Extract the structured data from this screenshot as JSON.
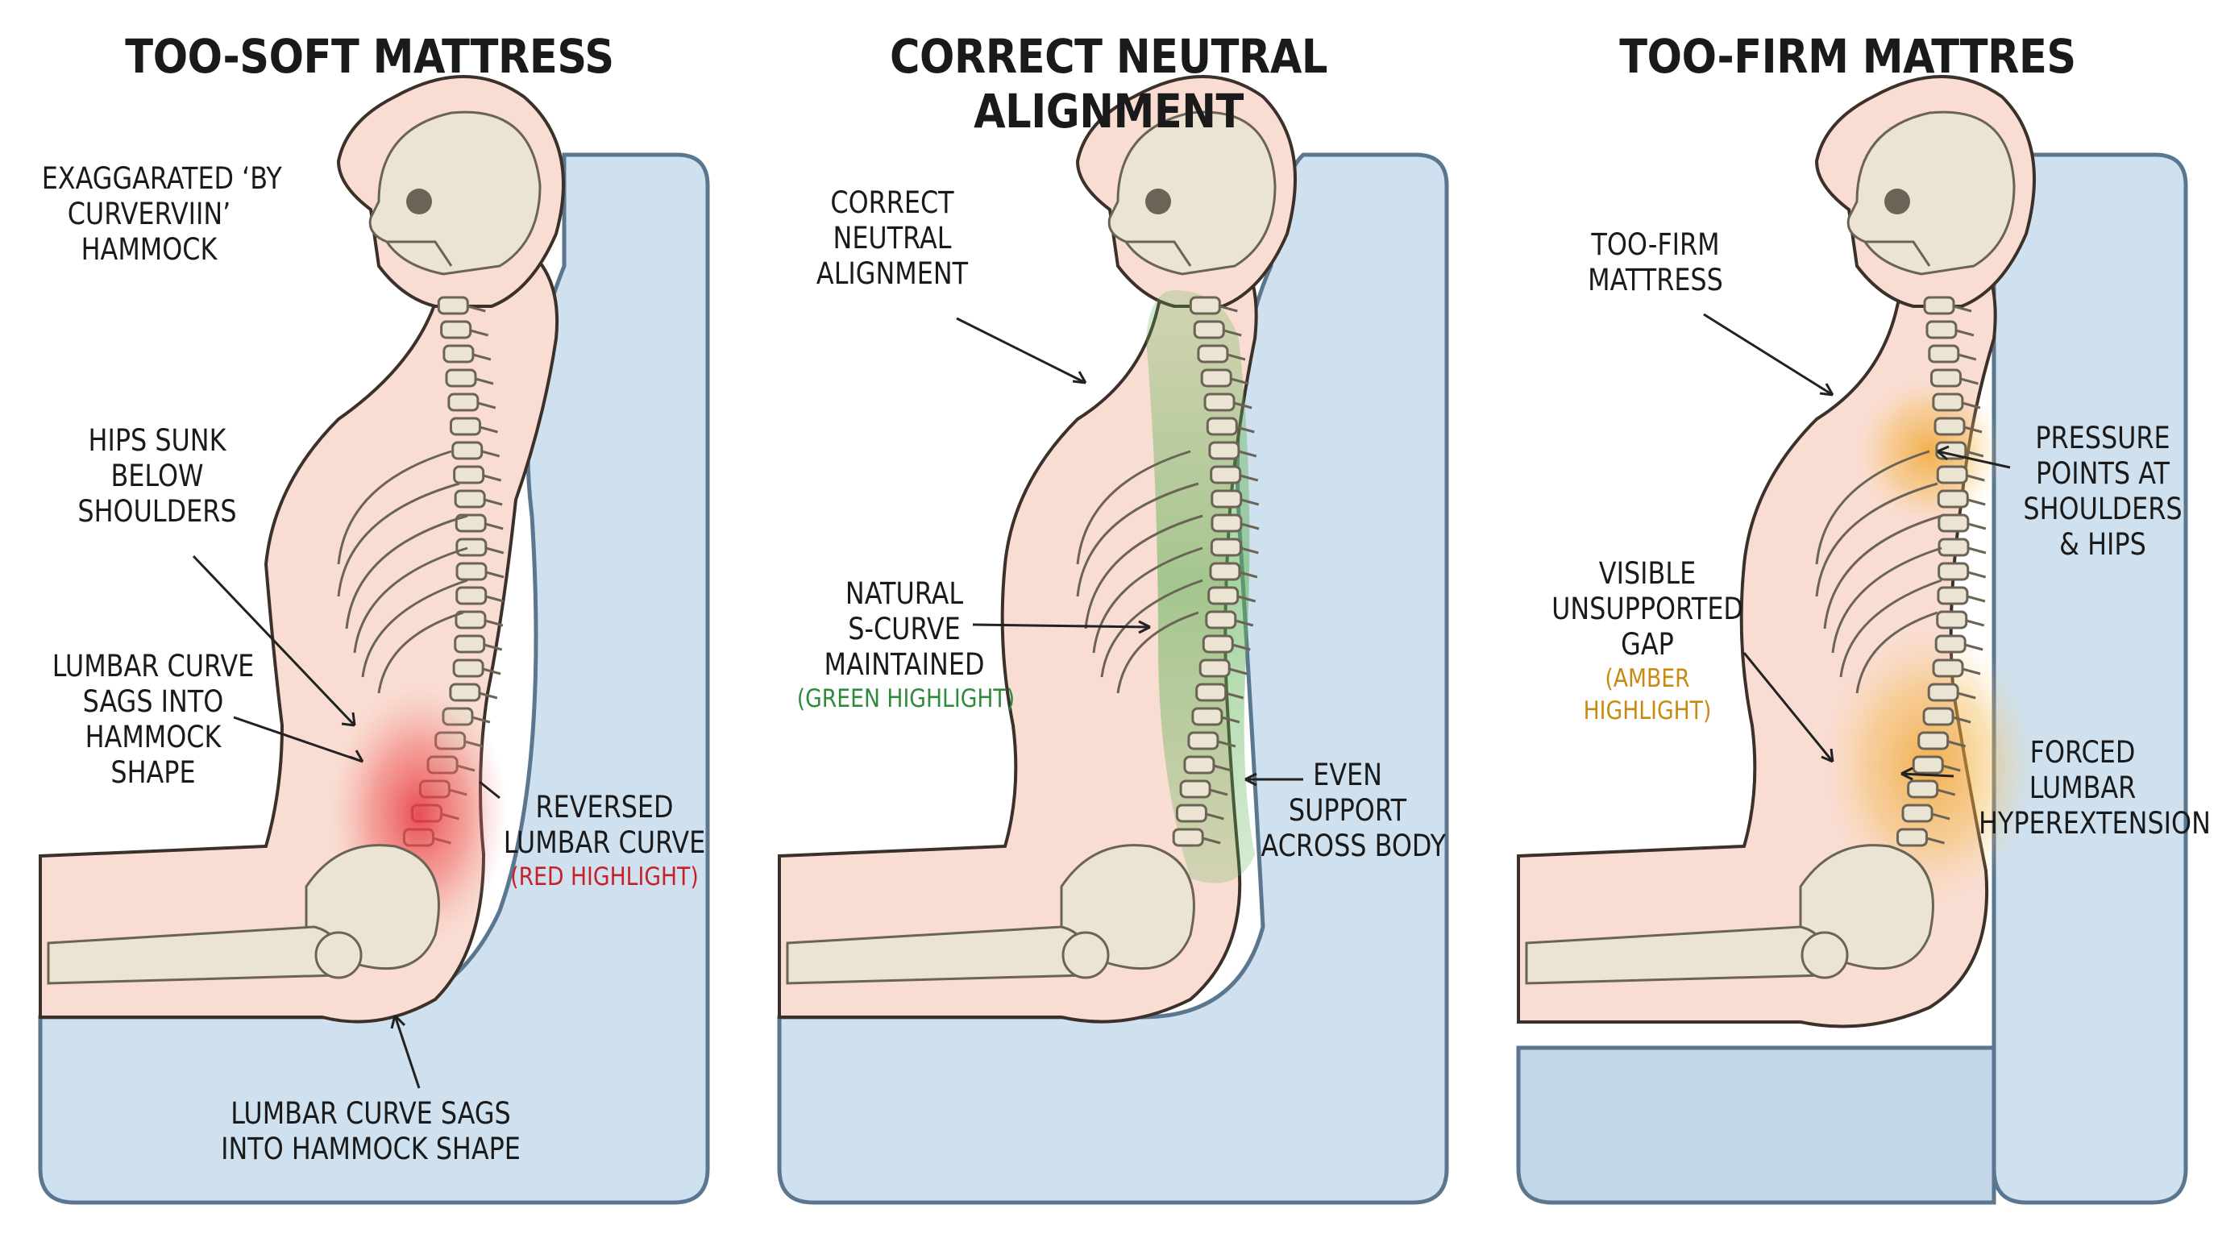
{
  "colors": {
    "mattress": "#cfe0ee",
    "mattress_edge": "#5b7790",
    "skin": "#f9ddd2",
    "red_highlight": "#e8323c",
    "green_highlight": "#5fb356",
    "amber_highlight": "#f0a020"
  },
  "panels": [
    {
      "title": "TOO-SOFT MATTRESS",
      "labels": {
        "top": [
          "EXAGGARATED ‘BY",
          "CURVERVIIN’",
          "HAMMOCK"
        ],
        "hips": [
          "HIPS SUNK",
          "BELOW",
          "SHOULDERS"
        ],
        "lumbar": [
          "LUMBAR CURVE",
          "SAGS INTO",
          "HAMMOCK",
          "SHAPE"
        ],
        "reversed": [
          "REVERSED",
          "LUMBAR CURVE"
        ],
        "reversed_note": "(RED HIGHLIGHT)",
        "bottom": [
          "LUMBAR CURVE SAGS",
          "INTO HAMMOCK SHAPE"
        ]
      }
    },
    {
      "title": "CORRECT NEUTRAL ALIGNMENT",
      "labels": {
        "top": [
          "CORRECT",
          "NEUTRAL",
          "ALIGNMENT"
        ],
        "curve": [
          "NATURAL",
          "S-CURVE",
          "MAINTAINED"
        ],
        "curve_note": "(GREEN HIGHLIGHT)",
        "support": [
          "EVEN",
          "SUPPORT",
          "ACROSS BODY"
        ]
      }
    },
    {
      "title": "TOO-FIRM MATTRES",
      "labels": {
        "top": [
          "TOO-FIRM",
          "MATTRESS"
        ],
        "pressure": [
          "PRESSURE",
          "POINTS AT",
          "SHOULDERS",
          "& HIPS"
        ],
        "gap": [
          "VISIBLE",
          "UNSUPPORTED",
          "GAP"
        ],
        "gap_note": [
          "(AMBER",
          "HIGHLIGHT)"
        ],
        "forced": [
          "FORCED",
          "LUMBAR",
          "HYPEREXTENSION"
        ]
      }
    }
  ]
}
